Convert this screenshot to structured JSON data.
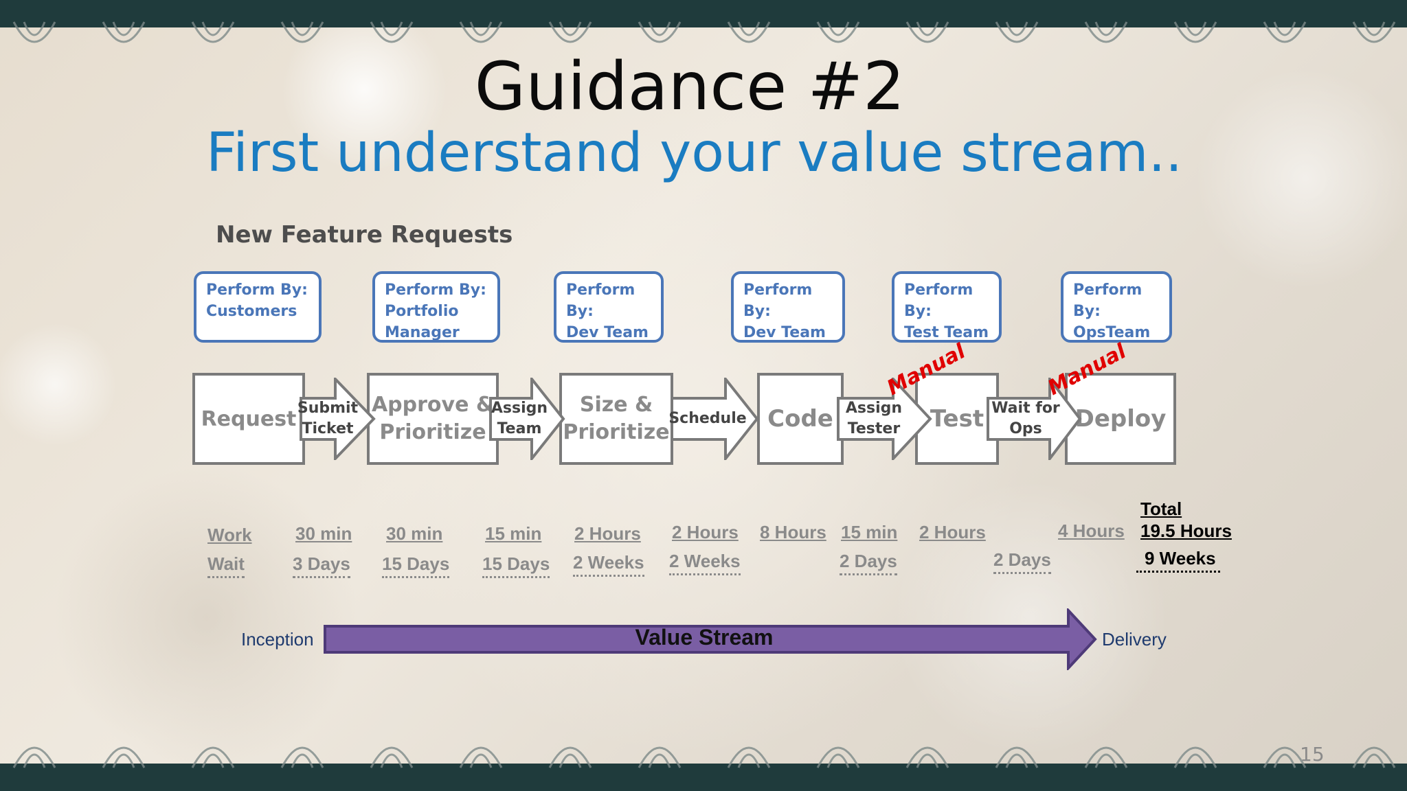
{
  "title": "Guidance #2",
  "subtitle": "First understand your value stream..",
  "section": "New Feature Requests",
  "performers": [
    {
      "lines": [
        "Perform By:",
        "Customers"
      ]
    },
    {
      "lines": [
        "Perform By:",
        "Portfolio",
        "Manager"
      ]
    },
    {
      "lines": [
        "Perform By:",
        "Dev Team"
      ]
    },
    {
      "lines": [
        "Perform By:",
        "Dev Team"
      ]
    },
    {
      "lines": [
        "Perform By:",
        "Test Team"
      ]
    },
    {
      "lines": [
        "Perform By:",
        "OpsTeam"
      ]
    }
  ],
  "steps": [
    {
      "lines": [
        "Request"
      ]
    },
    {
      "lines": [
        "Approve &",
        "Prioritize"
      ]
    },
    {
      "lines": [
        "Size &",
        "Prioritize"
      ]
    },
    {
      "lines": [
        "Code"
      ]
    },
    {
      "lines": [
        "Test"
      ]
    },
    {
      "lines": [
        "Deploy"
      ]
    }
  ],
  "handoffs": [
    {
      "lines": [
        "Submit",
        "Ticket"
      ]
    },
    {
      "lines": [
        "Assign",
        "Team"
      ]
    },
    {
      "lines": [
        "Schedule"
      ]
    },
    {
      "lines": [
        "Assign",
        "Tester"
      ]
    },
    {
      "lines": [
        "Wait for",
        "Ops"
      ]
    }
  ],
  "manual_tag": "Manual",
  "metrics": {
    "work_label": "Work",
    "wait_label": "Wait",
    "work": [
      "30 min",
      "30 min",
      "15 min",
      "2 Hours",
      "2 Hours",
      "8 Hours",
      "15 min",
      "2 Hours",
      "4 Hours"
    ],
    "wait": [
      "3 Days",
      "15 Days",
      "15 Days",
      "2 Weeks",
      "2 Weeks",
      "2 Days",
      "2 Days"
    ],
    "total_label": "Total",
    "total_work": "19.5 Hours",
    "total_wait": "9 Weeks"
  },
  "value_stream": {
    "start": "Inception",
    "label": "Value Stream",
    "end": "Delivery",
    "color": "#7a5ea4"
  },
  "page_number": "15"
}
